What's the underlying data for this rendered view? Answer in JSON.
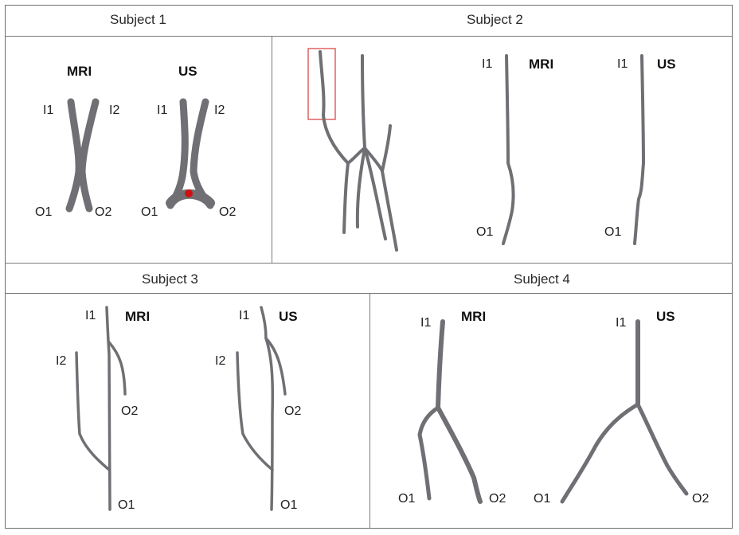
{
  "panels": {
    "subject1": {
      "title": "Subject 1",
      "mri": "MRI",
      "us": "US",
      "mri_labels": {
        "i1": "I1",
        "i2": "I2",
        "o1": "O1",
        "o2": "O2"
      },
      "us_labels": {
        "i1": "I1",
        "i2": "I2",
        "o1": "O1",
        "o2": "O2"
      }
    },
    "subject2": {
      "title": "Subject 2",
      "mri": "MRI",
      "us": "US",
      "mri_labels": {
        "i1": "I1",
        "o1": "O1"
      },
      "us_labels": {
        "i1": "I1",
        "o1": "O1"
      }
    },
    "subject3": {
      "title": "Subject 3",
      "mri": "MRI",
      "us": "US",
      "mri_labels": {
        "i1": "I1",
        "i2": "I2",
        "o1": "O1",
        "o2": "O2"
      },
      "us_labels": {
        "i1": "I1",
        "i2": "I2",
        "o1": "O1",
        "o2": "O2"
      }
    },
    "subject4": {
      "title": "Subject 4",
      "mri": "MRI",
      "us": "US",
      "mri_labels": {
        "i1": "I1",
        "o1": "O1",
        "o2": "O2"
      },
      "us_labels": {
        "i1": "I1",
        "o1": "O1",
        "o2": "O2"
      }
    }
  },
  "colors": {
    "vessel": "#6f6f74",
    "marker": "#d01010",
    "highlight_box": "#e06060",
    "border": "#7a7a7a"
  }
}
